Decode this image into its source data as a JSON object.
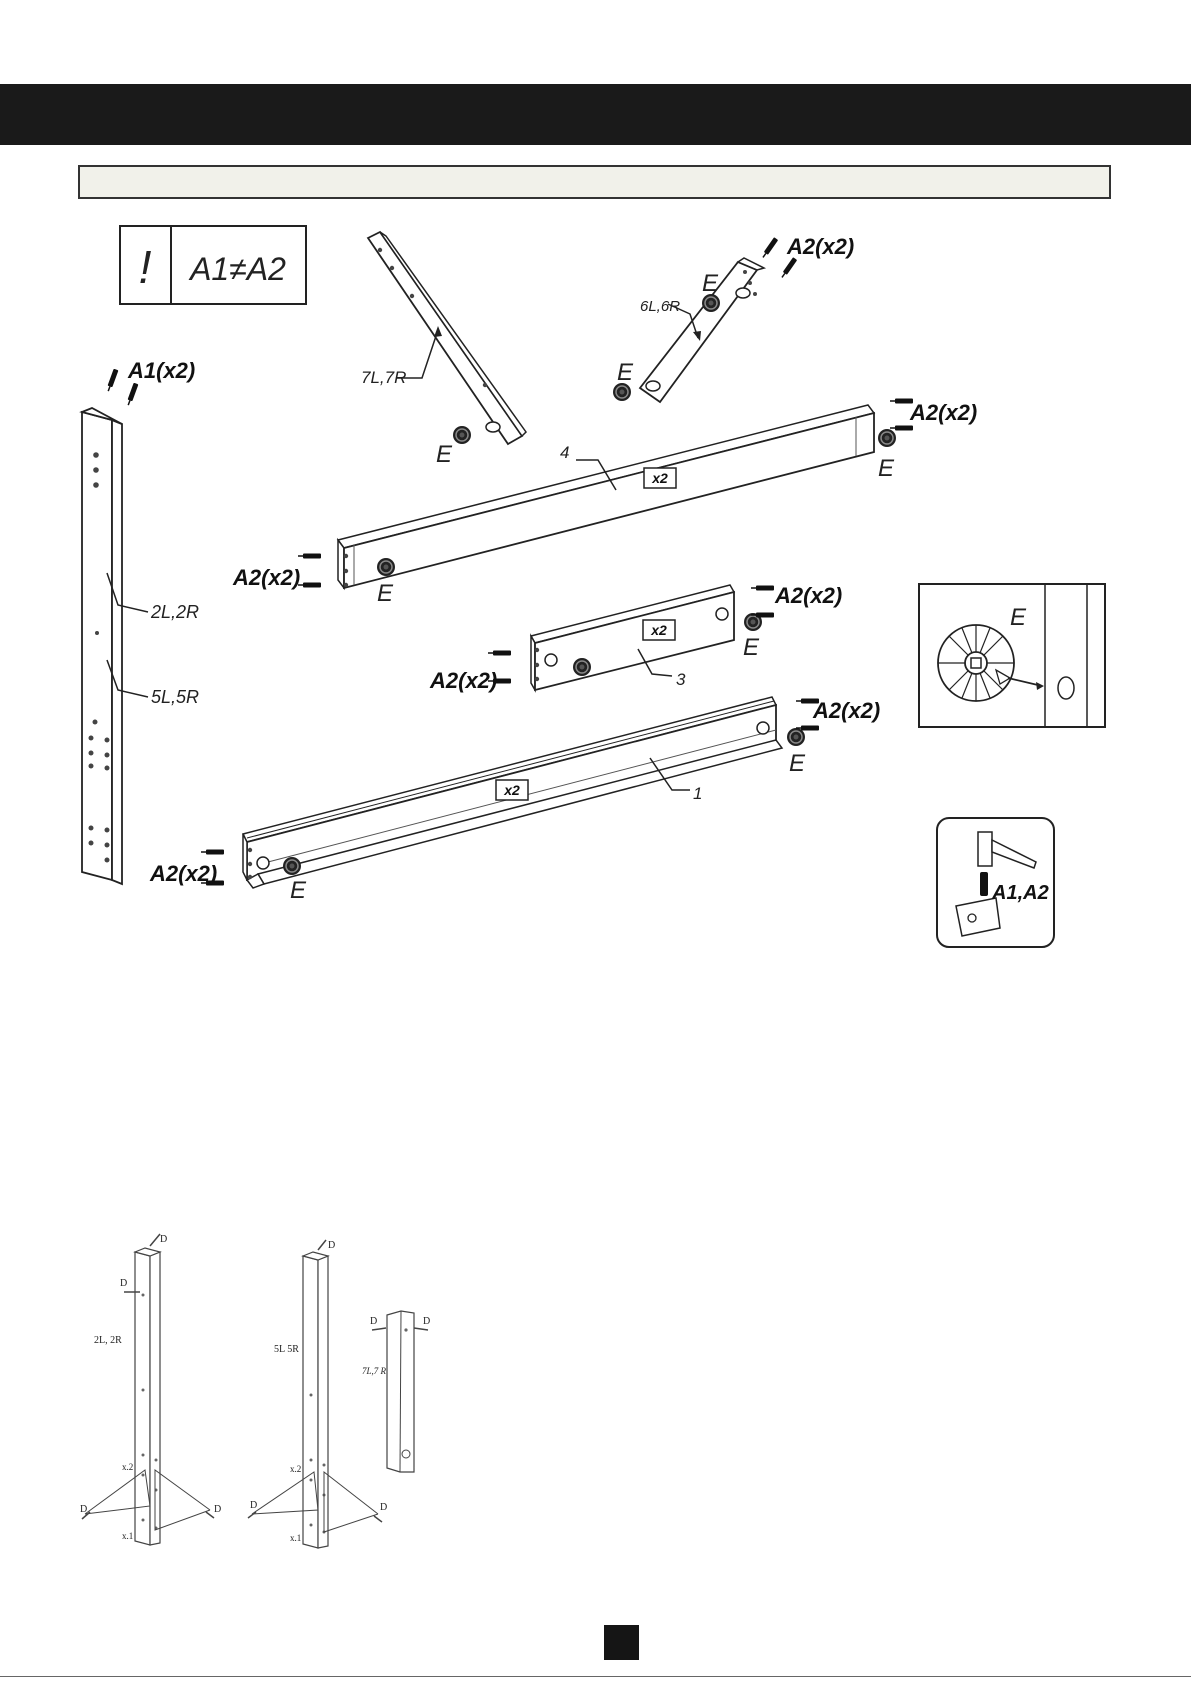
{
  "header": {
    "title": "",
    "step_title": ""
  },
  "warning": {
    "symbol": "!",
    "text": "A1≠A2"
  },
  "parts": {
    "p7": "7L,7R",
    "p6": "6L,6R",
    "p4": "4",
    "p3": "3",
    "p1": "1",
    "p2": "2L,2R",
    "p5": "5L,5R"
  },
  "hardware": {
    "a1x2": "A1(x2)",
    "a2x2": "A2(x2)",
    "e": "E",
    "a1a2": "A1,A2",
    "qty": "x2"
  },
  "detail": {
    "e": "E"
  },
  "lower": {
    "d": "D",
    "p2": "2L, 2R",
    "p5": "5L 5R",
    "p7": "7L,7 R",
    "x2": "x.2",
    "x1": "x.1"
  },
  "footer": {
    "page_number": ""
  }
}
